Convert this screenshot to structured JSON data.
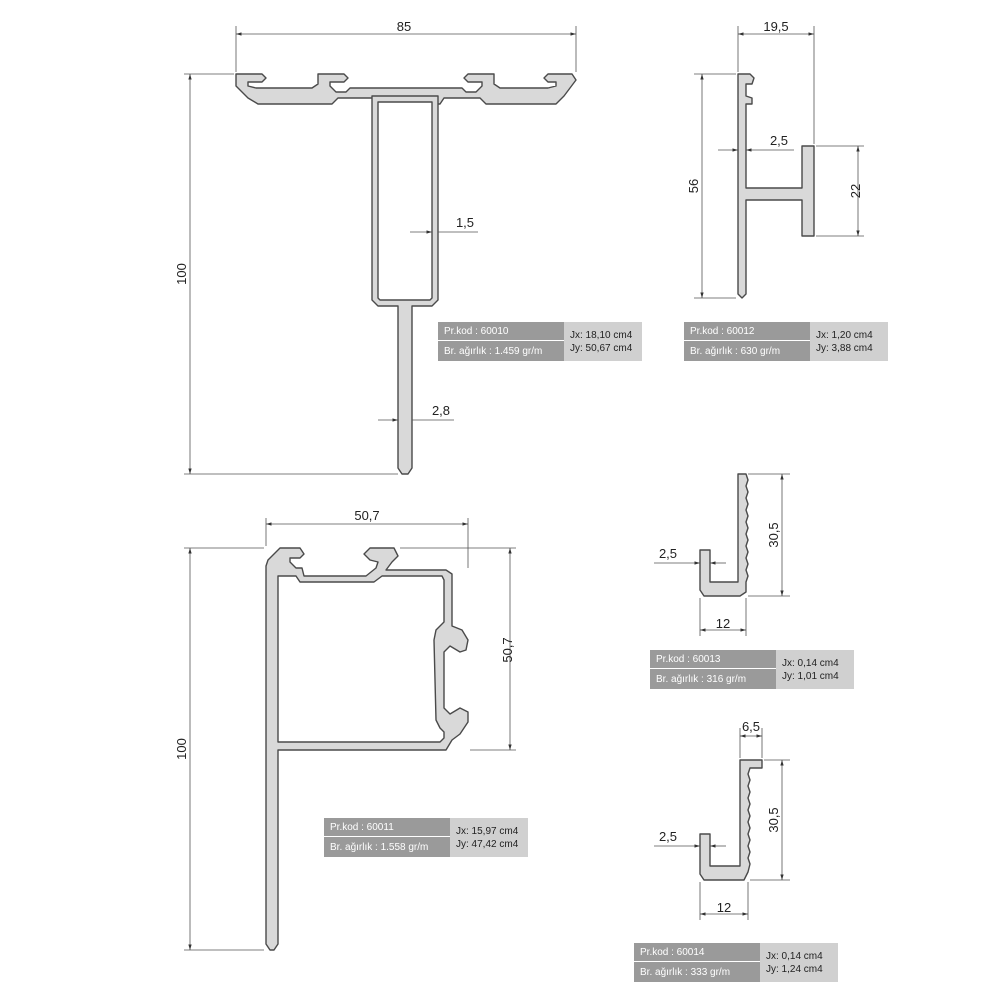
{
  "profiles": [
    {
      "code": "Pr.kod : 60010",
      "weight": "Br. ağırlık : 1.459 gr/m",
      "jx": "Jx: 18,10 cm4",
      "jy": "Jy: 50,67 cm4",
      "dims": [
        "85",
        "100",
        "1,5",
        "2,8"
      ]
    },
    {
      "code": "Pr.kod : 60012",
      "weight": "Br. ağırlık : 630 gr/m",
      "jx": "Jx: 1,20 cm4",
      "jy": "Jy: 3,88 cm4",
      "dims": [
        "19,5",
        "56",
        "2,5",
        "22"
      ]
    },
    {
      "code": "Pr.kod : 60011",
      "weight": "Br. ağırlık : 1.558 gr/m",
      "jx": "Jx: 15,97 cm4",
      "jy": "Jy: 47,42 cm4",
      "dims": [
        "50,7",
        "100",
        "50,7"
      ]
    },
    {
      "code": "Pr.kod : 60013",
      "weight": "Br. ağırlık : 316 gr/m",
      "jx": "Jx: 0,14 cm4",
      "jy": "Jy: 1,01 cm4",
      "dims": [
        "30,5",
        "2,5",
        "12"
      ]
    },
    {
      "code": "Pr.kod : 60014",
      "weight": "Br. ağırlık : 333 gr/m",
      "jx": "Jx: 0,14 cm4",
      "jy": "Jy: 1,24 cm4",
      "dims": [
        "6,5",
        "30,5",
        "2,5",
        "12"
      ]
    }
  ]
}
